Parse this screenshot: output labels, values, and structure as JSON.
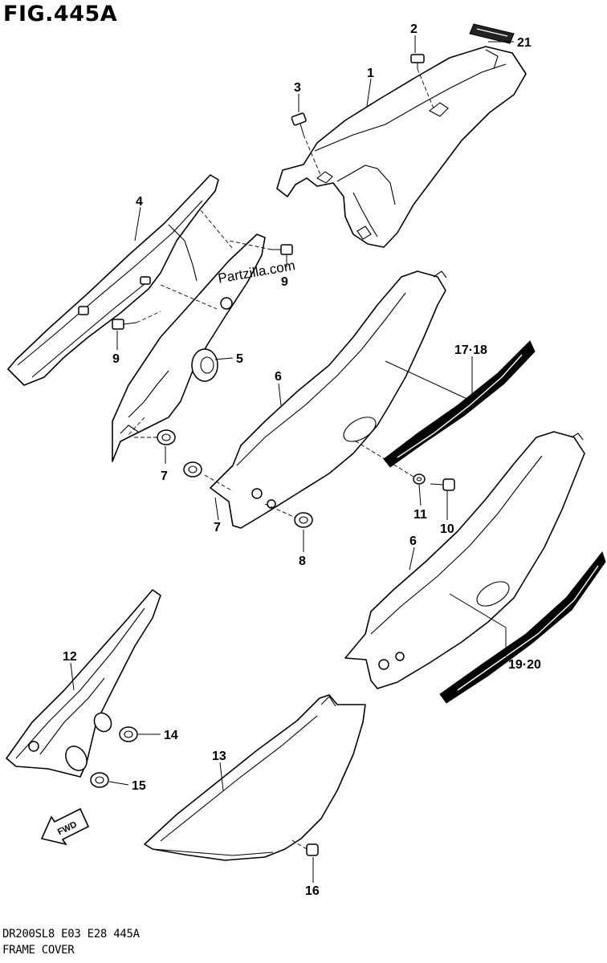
{
  "figure": {
    "title": "FIG.445A",
    "model_line": "DR200SL8  E03  E28  445A",
    "section_name": "FRAME COVER",
    "watermark": "Partzilla.com",
    "fwd_label": "FWD"
  },
  "callouts": [
    {
      "id": "c1",
      "label": "1"
    },
    {
      "id": "c2",
      "label": "2"
    },
    {
      "id": "c3",
      "label": "3"
    },
    {
      "id": "c4",
      "label": "4"
    },
    {
      "id": "c5",
      "label": "5"
    },
    {
      "id": "c6a",
      "label": "6"
    },
    {
      "id": "c6b",
      "label": "6"
    },
    {
      "id": "c7a",
      "label": "7"
    },
    {
      "id": "c7b",
      "label": "7"
    },
    {
      "id": "c8",
      "label": "8"
    },
    {
      "id": "c9a",
      "label": "9"
    },
    {
      "id": "c9b",
      "label": "9"
    },
    {
      "id": "c10",
      "label": "10"
    },
    {
      "id": "c11",
      "label": "11"
    },
    {
      "id": "c12",
      "label": "12"
    },
    {
      "id": "c13",
      "label": "13"
    },
    {
      "id": "c14",
      "label": "14"
    },
    {
      "id": "c15",
      "label": "15"
    },
    {
      "id": "c16",
      "label": "16"
    },
    {
      "id": "c1718",
      "label": "17·18"
    },
    {
      "id": "c1920",
      "label": "19·20"
    },
    {
      "id": "c21",
      "label": "21"
    }
  ]
}
